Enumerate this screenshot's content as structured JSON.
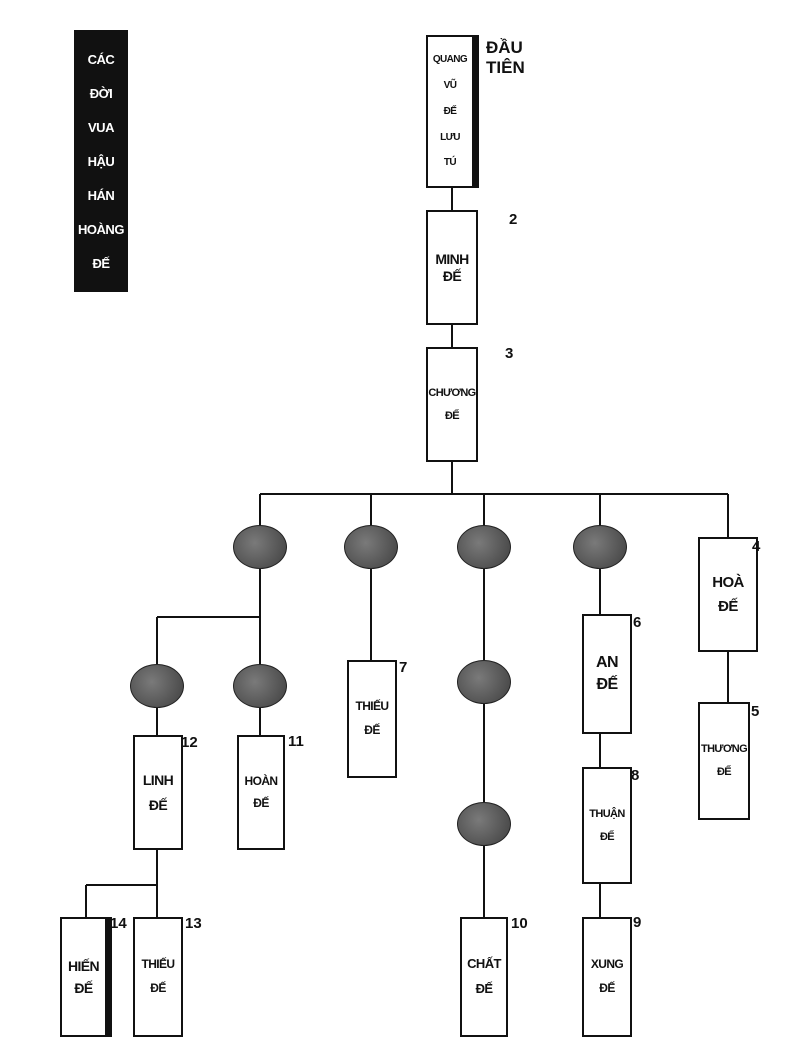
{
  "title": [
    "CÁC",
    "ĐỜI",
    "VUA",
    "HẬU",
    "HÁN",
    "HOÀNG",
    "ĐẾ"
  ],
  "first_note": [
    "ĐẦU",
    "TIÊN"
  ],
  "nodes": {
    "quang_vu": {
      "lines": [
        "QUANG",
        "VŨ",
        "ĐẾ",
        "LƯU",
        "TÚ"
      ]
    },
    "minh": {
      "lines": [
        "MINH",
        "ĐẾ"
      ],
      "number": "2"
    },
    "chuong": {
      "lines": [
        "CHƯƠNG",
        "ĐẾ"
      ],
      "number": "3"
    },
    "hoa": {
      "lines": [
        "HOÀ",
        "ĐẾ"
      ],
      "number": "4"
    },
    "thuong": {
      "lines": [
        "THƯƠNG",
        "ĐẾ"
      ],
      "number": "5"
    },
    "an": {
      "lines": [
        "AN",
        "ĐẾ"
      ],
      "number": "6"
    },
    "thieu7": {
      "lines": [
        "THIẾU",
        "ĐẾ"
      ],
      "number": "7"
    },
    "thuan": {
      "lines": [
        "THUẬN",
        "ĐẾ"
      ],
      "number": "8"
    },
    "xung": {
      "lines": [
        "XUNG",
        "ĐẾ"
      ],
      "number": "9"
    },
    "chat": {
      "lines": [
        "CHẤT",
        "ĐẾ"
      ],
      "number": "10"
    },
    "hoan": {
      "lines": [
        "HOÀN",
        "ĐẾ"
      ],
      "number": "11"
    },
    "linh": {
      "lines": [
        "LINH",
        "ĐẾ"
      ],
      "number": "12"
    },
    "thieu13": {
      "lines": [
        "THIẾU",
        "ĐẾ"
      ],
      "number": "13"
    },
    "hien": {
      "lines": [
        "HIẾN",
        "ĐẾ"
      ],
      "number": "14"
    }
  },
  "colors": {
    "ink": "#111111",
    "paper": "#ffffff",
    "blob": "#555555"
  }
}
